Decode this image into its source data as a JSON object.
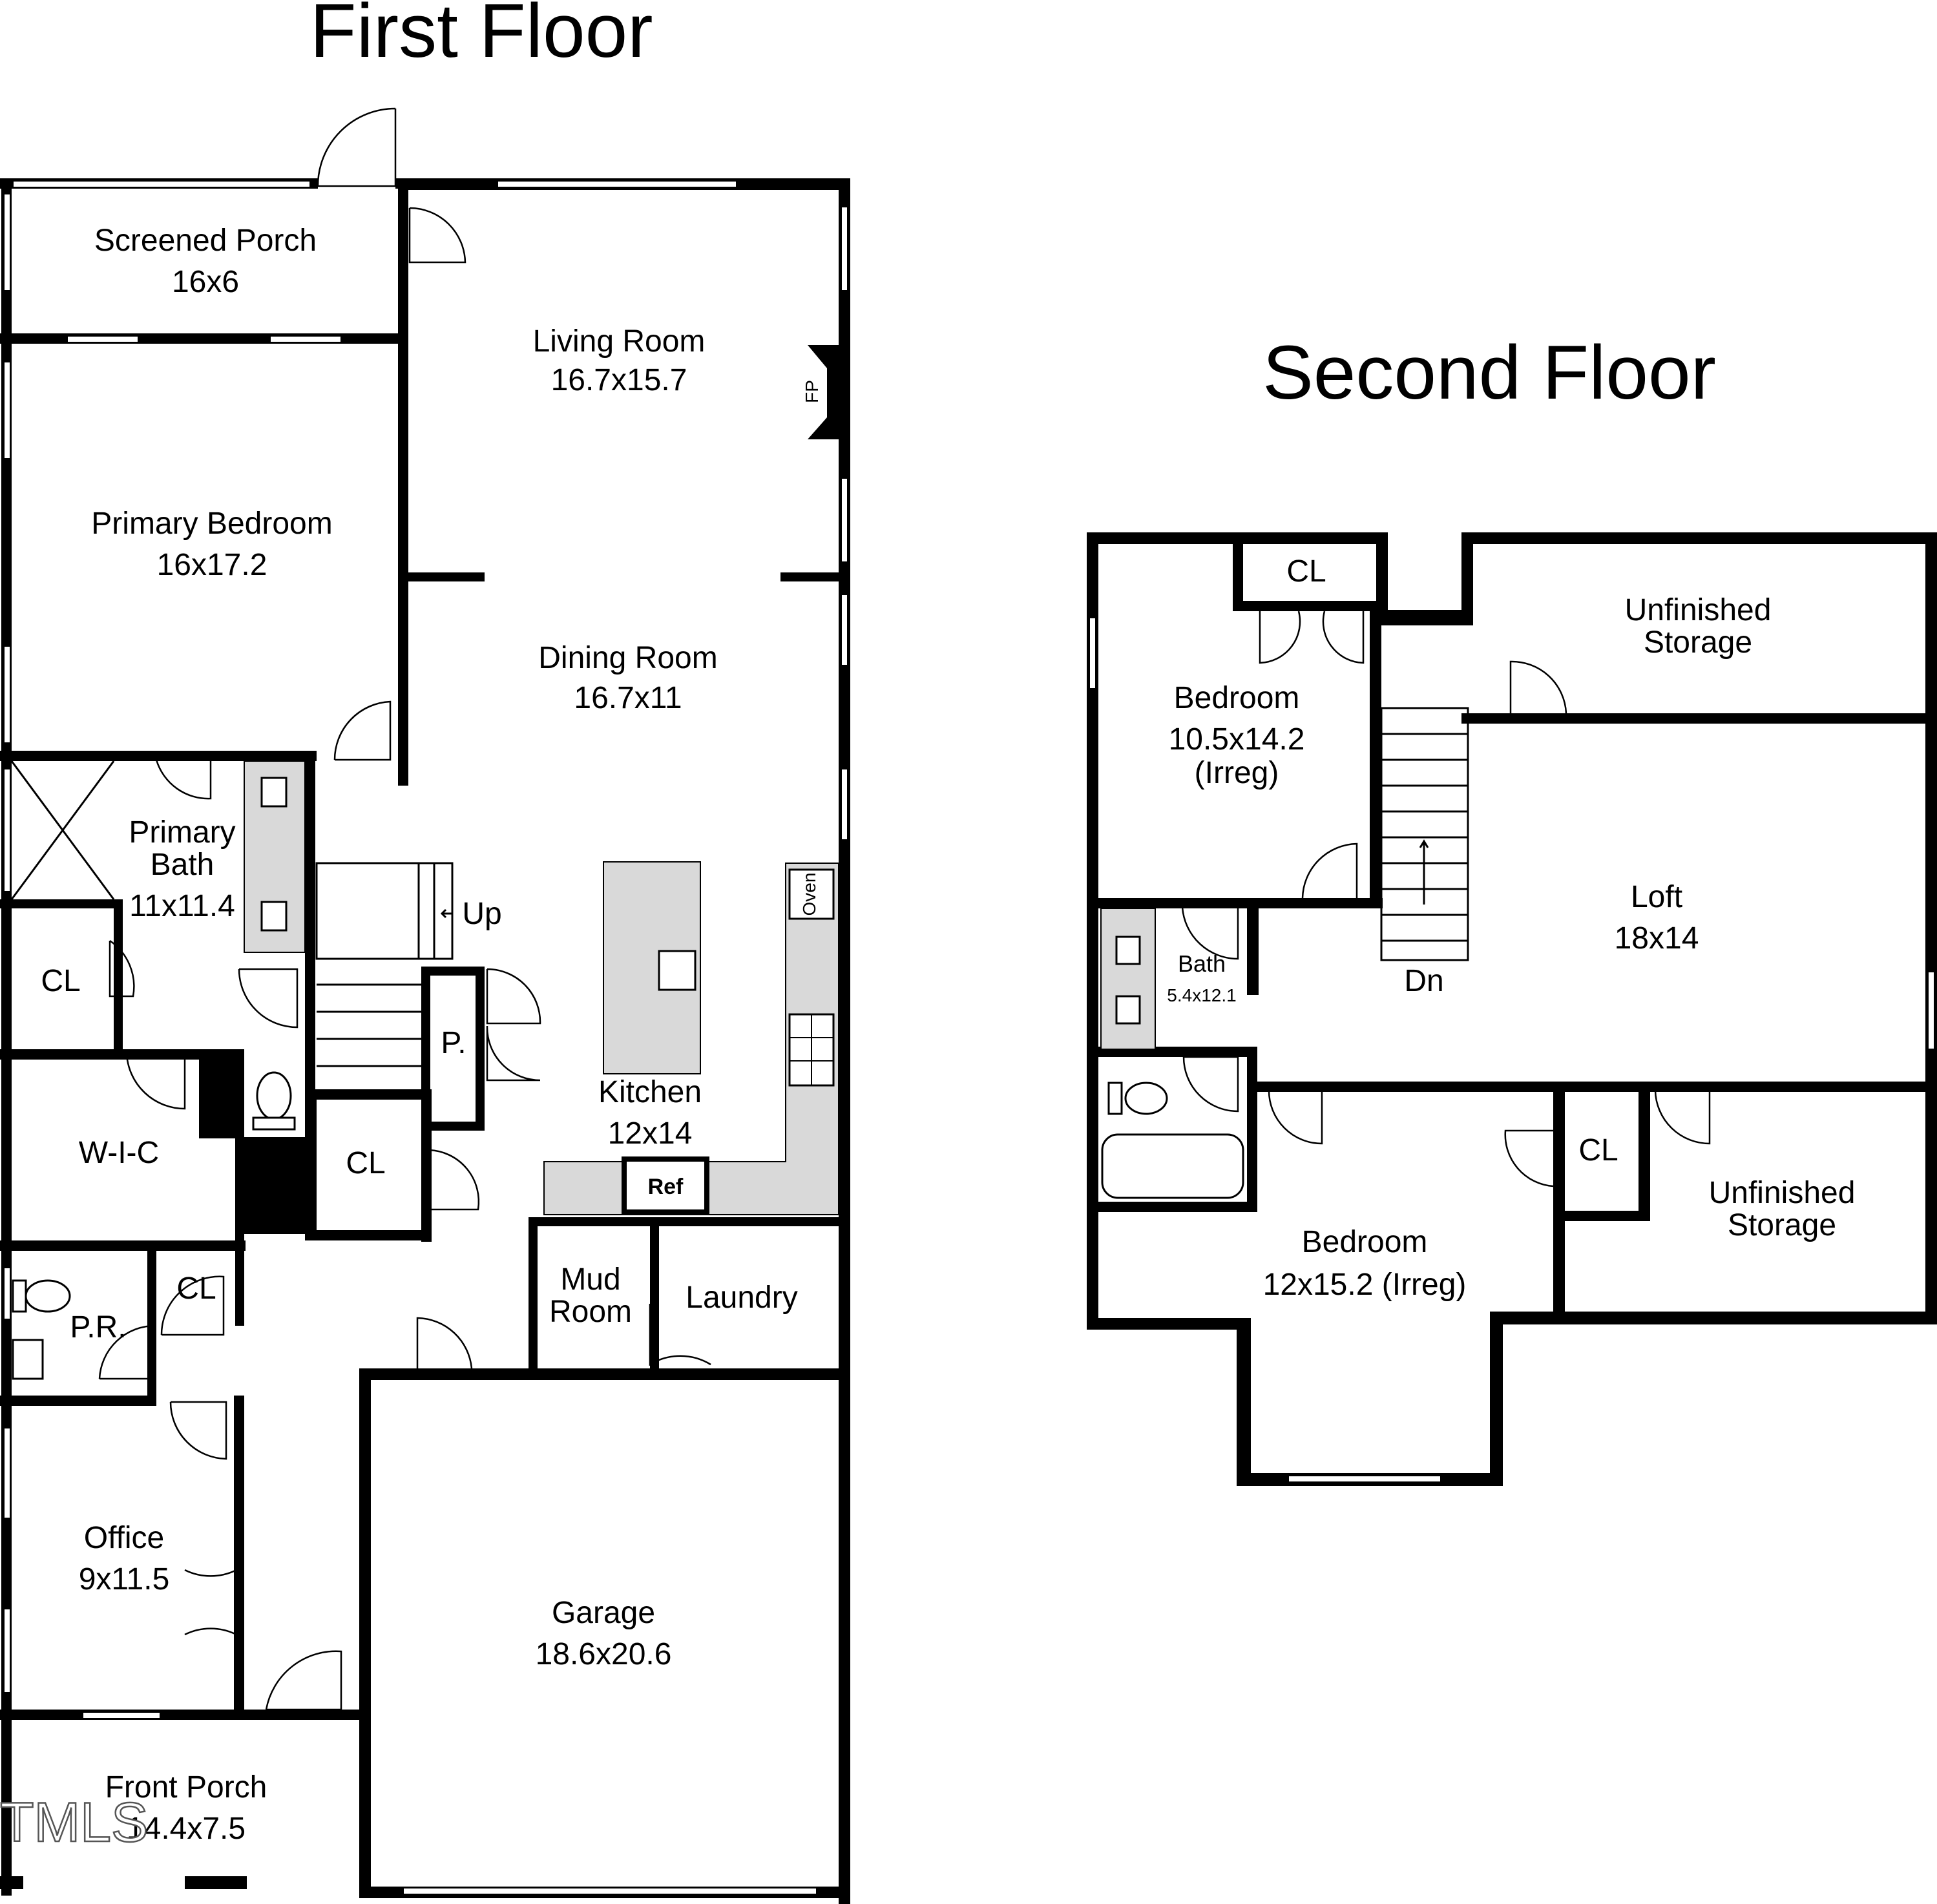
{
  "titles": {
    "first": "First Floor",
    "second": "Second Floor"
  },
  "first_floor": {
    "screened_porch": {
      "name": "Screened Porch",
      "dims": "16x6"
    },
    "living_room": {
      "name": "Living Room",
      "dims": "16.7x15.7"
    },
    "fireplace": "FP",
    "primary_bedroom": {
      "name": "Primary Bedroom",
      "dims": "16x17.2"
    },
    "dining_room": {
      "name": "Dining Room",
      "dims": "16.7x11"
    },
    "primary_bath": {
      "name1": "Primary",
      "name2": "Bath",
      "dims": "11x11.4"
    },
    "stairs_up": "Up",
    "oven": "Oven",
    "closet_1": "CL",
    "pantry": "P.",
    "kitchen": {
      "name": "Kitchen",
      "dims": "12x14"
    },
    "walk_in_closet": "W-I-C",
    "closet_2": "CL",
    "refrigerator": "Ref",
    "mud_room": {
      "name1": "Mud",
      "name2": "Room"
    },
    "laundry": "Laundry",
    "closet_3": "CL",
    "powder_room": "P.R.",
    "office": {
      "name": "Office",
      "dims": "9x11.5"
    },
    "garage": {
      "name": "Garage",
      "dims": "18.6x20.6"
    },
    "front_porch": {
      "name": "Front Porch",
      "dims": "14.4x7.5"
    }
  },
  "second_floor": {
    "closet_1": "CL",
    "unfinished_storage_1": {
      "name1": "Unfinished",
      "name2": "Storage"
    },
    "bedroom_1": {
      "name": "Bedroom",
      "dims": "10.5x14.2",
      "note": "(Irreg)"
    },
    "loft": {
      "name": "Loft",
      "dims": "18x14"
    },
    "bath": {
      "name": "Bath",
      "dims": "5.4x12.1"
    },
    "stairs_down": "Dn",
    "closet_2": "CL",
    "unfinished_storage_2": {
      "name1": "Unfinished",
      "name2": "Storage"
    },
    "bedroom_2": {
      "name": "Bedroom",
      "dims": "12x15.2 (Irreg)"
    }
  },
  "watermark": "TMLS"
}
